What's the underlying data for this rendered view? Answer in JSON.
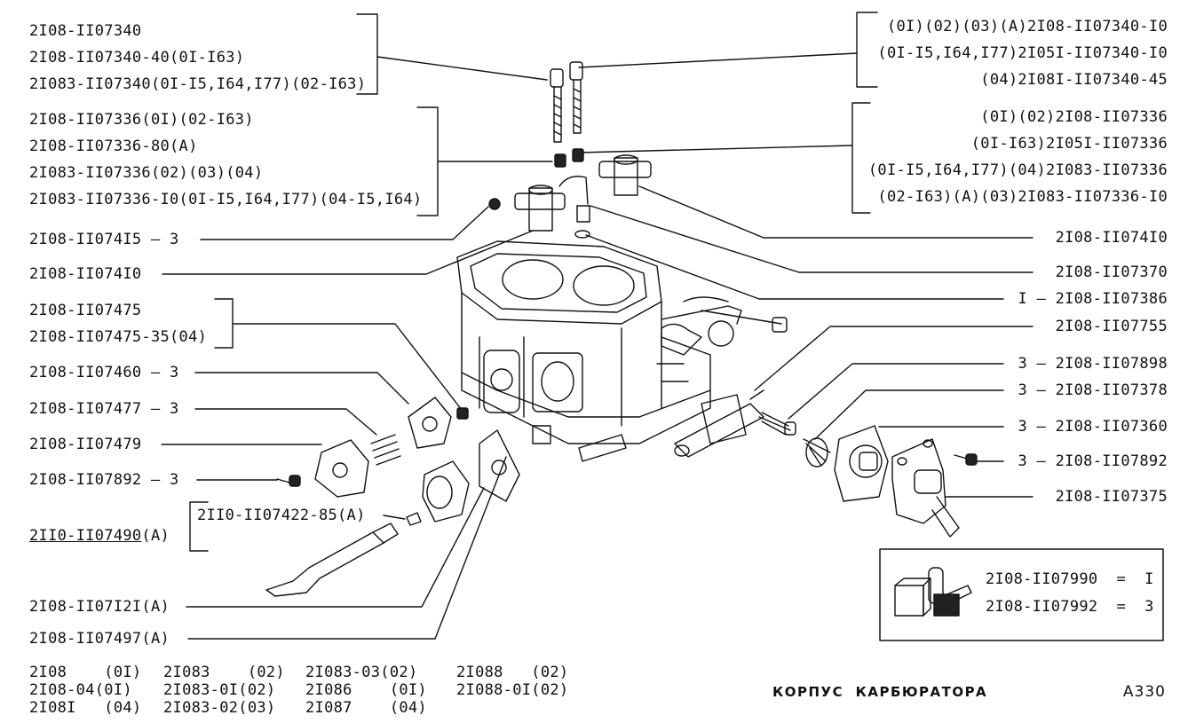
{
  "left_groups": [
    {
      "lines": [
        "2I08-II07340",
        "2I08-II07340-40(0I-I63)",
        "2I083-II07340(0I-I5,I64,I77)(02-I63)"
      ]
    },
    {
      "lines": [
        "2I08-II07336(0I)(02-I63)",
        "2I08-II07336-80(A)",
        "2I083-II07336(02)(03)(04)",
        "2I083-II07336-I0(0I-I5,I64,I77)(04-I5,I64)"
      ]
    },
    {
      "lines": [
        "2I08-II07475",
        "2I08-II07475-35(04)"
      ]
    }
  ],
  "left_single": {
    "l1": "2I08-II074I5 — 3",
    "l2": "2I08-II074I0",
    "l3": "2I08-II07460 — 3",
    "l4": "2I08-II07477 — 3",
    "l5": "2I08-II07479",
    "l6": "2I08-II07892 — 3",
    "l7": "2II0-II07422-85(A)",
    "l8_main": "2II0-II07490",
    "l8_suffix": "(A)",
    "l9": "2I08-II07I2I(A)",
    "l10": "2I08-II07497(A)"
  },
  "right_groups": [
    {
      "lines": [
        "(0I)(02)(03)(A)2I08-II07340-I0",
        "(0I-I5,I64,I77)2I05I-II07340-I0",
        "(04)2I08I-II07340-45"
      ]
    },
    {
      "lines": [
        "(0I)(02)2I08-II07336",
        "(0I-I63)2I05I-II07336",
        "(0I-I5,I64,I77)(04)2I083-II07336",
        "(02-I63)(A)(03)2I083-II07336-I0"
      ]
    }
  ],
  "right_single": {
    "r1": "2I08-II074I0",
    "r2": "2I08-II07370",
    "r3": "I — 2I08-II07386",
    "r4": "2I08-II07755",
    "r5": "3 — 2I08-II07898",
    "r6": "3 — 2I08-II07378",
    "r7": "3 — 2I08-II07360",
    "r8": "3 — 2I08-II07892",
    "r9": "2I08-II07375"
  },
  "kit_box": {
    "line1": "2I08-II07990  =  I",
    "line2": "2I08-II07992  =  3"
  },
  "footer_models": [
    [
      "2I08    (0I)",
      "2I08-04(0I)",
      "2I08I   (04)"
    ],
    [
      "2I083    (02)",
      "2I083-0I(02)",
      "2I083-02(03)"
    ],
    [
      "2I083-03(02)",
      "2I086    (0I)",
      "2I087    (04)"
    ],
    [
      "2I088   (02)",
      "2I088-0I(02)"
    ]
  ],
  "title": "КОРПУС  КАРБЮРАТОРА",
  "sheet_code": "A330",
  "colors": {
    "ink": "#111111",
    "paper": "#ffffff"
  }
}
